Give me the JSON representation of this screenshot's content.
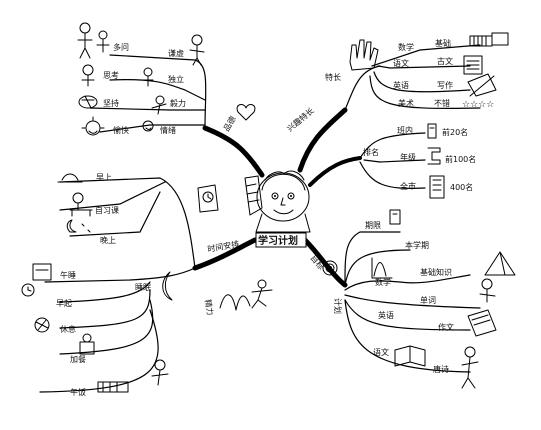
{
  "center": {
    "title": "学习计划"
  },
  "branches": {
    "top_left": {
      "label": "品德",
      "items": [
        "多问",
        "谦虚",
        "思考",
        "独立",
        "坚持",
        "毅力",
        "愉快",
        "情绪"
      ]
    },
    "top_right": {
      "label": "兴趣特长",
      "special": "特长",
      "items": [
        "数学",
        "基础",
        "语文",
        "古文",
        "英语",
        "写作",
        "美术",
        "不错"
      ],
      "rating": "☆☆☆☆"
    },
    "right_mid": {
      "label": "排名",
      "items": [
        "班内",
        "前20名",
        "年级",
        "前100名",
        "全市",
        "400名"
      ]
    },
    "right_bottom": {
      "label": "目标",
      "sub": "计划",
      "items": [
        "期限",
        "本学期",
        "基础知识",
        "数学",
        "单词",
        "英语",
        "作文",
        "语文",
        "唐诗"
      ]
    },
    "left": {
      "label": "时间安排",
      "items": [
        "早上",
        "自习课",
        "晚上",
        "午睡",
        "早起",
        "睡眠",
        "休息",
        "加餐",
        "午饭",
        "精力"
      ]
    }
  }
}
